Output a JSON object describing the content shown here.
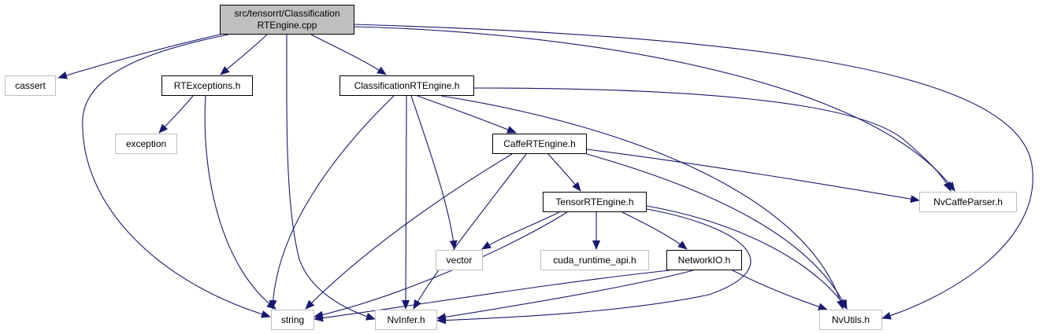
{
  "colors": {
    "edge": "#191970",
    "root_fill": "#bfbfbf",
    "node_border": "#000000",
    "external_border": "#bfbfbf"
  },
  "nodes": {
    "root": {
      "line1": "src/tensorrt/Classification",
      "line2": "RTEngine.cpp"
    },
    "cassert": "cassert",
    "rtexceptions": "RTExceptions.h",
    "classification": "ClassificationRTEngine.h",
    "exception": "exception",
    "caffe": "CaffeRTEngine.h",
    "tensor": "TensorRTEngine.h",
    "nvcaffeparser": "NvCaffeParser.h",
    "vector": "vector",
    "cuda": "cuda_runtime_api.h",
    "networkio": "NetworkIO.h",
    "string": "string",
    "nvinfer": "NvInfer.h",
    "nvutils": "NvUtils.h"
  },
  "edges": [
    [
      "root",
      "cassert"
    ],
    [
      "root",
      "rtexceptions"
    ],
    [
      "root",
      "classification"
    ],
    [
      "root",
      "string"
    ],
    [
      "root",
      "nvinfer"
    ],
    [
      "root",
      "nvcaffeparser"
    ],
    [
      "root",
      "nvutils"
    ],
    [
      "rtexceptions",
      "exception"
    ],
    [
      "rtexceptions",
      "string"
    ],
    [
      "classification",
      "caffe"
    ],
    [
      "classification",
      "string"
    ],
    [
      "classification",
      "nvinfer"
    ],
    [
      "classification",
      "vector"
    ],
    [
      "classification",
      "nvcaffeparser"
    ],
    [
      "classification",
      "nvutils"
    ],
    [
      "caffe",
      "tensor"
    ],
    [
      "caffe",
      "string"
    ],
    [
      "caffe",
      "nvinfer"
    ],
    [
      "caffe",
      "nvcaffeparser"
    ],
    [
      "caffe",
      "nvutils"
    ],
    [
      "tensor",
      "vector"
    ],
    [
      "tensor",
      "cuda"
    ],
    [
      "tensor",
      "networkio"
    ],
    [
      "tensor",
      "string"
    ],
    [
      "tensor",
      "nvinfer"
    ],
    [
      "tensor",
      "nvutils"
    ],
    [
      "networkio",
      "string"
    ],
    [
      "networkio",
      "nvinfer"
    ],
    [
      "networkio",
      "nvutils"
    ]
  ]
}
